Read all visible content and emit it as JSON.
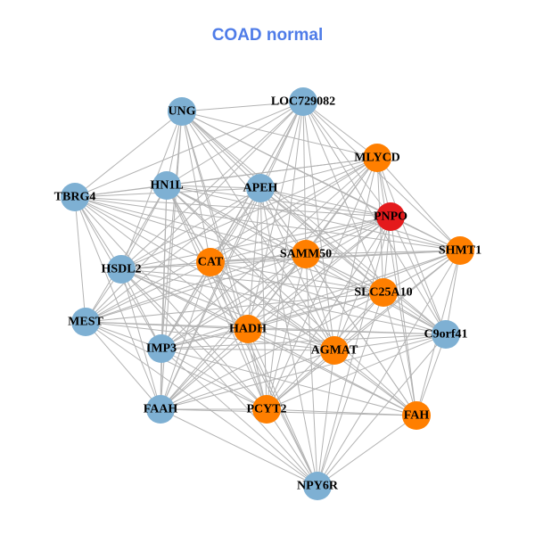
{
  "title": "COAD normal",
  "colors": {
    "normal": "#7eb0d3",
    "candidate": "#ff7f00",
    "hub": "#e41a1c",
    "edge": "#b3b3b3",
    "title": "#4f7ce8"
  },
  "nodes": [
    {
      "id": "UNG",
      "label": "UNG",
      "group": "normal"
    },
    {
      "id": "LOC729082",
      "label": "LOC729082",
      "group": "normal"
    },
    {
      "id": "MLYCD",
      "label": "MLYCD",
      "group": "candidate"
    },
    {
      "id": "HN1L",
      "label": "HN1L",
      "group": "normal"
    },
    {
      "id": "APEH",
      "label": "APEH",
      "group": "normal"
    },
    {
      "id": "TBRG4",
      "label": "TBRG4",
      "group": "normal"
    },
    {
      "id": "PNPO",
      "label": "PNPO",
      "group": "hub"
    },
    {
      "id": "SHMT1",
      "label": "SHMT1",
      "group": "candidate"
    },
    {
      "id": "SAMM50",
      "label": "SAMM50",
      "group": "candidate"
    },
    {
      "id": "CAT",
      "label": "CAT",
      "group": "candidate"
    },
    {
      "id": "HSDL2",
      "label": "HSDL2",
      "group": "normal"
    },
    {
      "id": "SLC25A10",
      "label": "SLC25A10",
      "group": "candidate"
    },
    {
      "id": "MEST",
      "label": "MEST",
      "group": "normal"
    },
    {
      "id": "HADH",
      "label": "HADH",
      "group": "candidate"
    },
    {
      "id": "C9orf41",
      "label": "C9orf41",
      "group": "normal"
    },
    {
      "id": "AGMAT",
      "label": "AGMAT",
      "group": "candidate"
    },
    {
      "id": "IMP3",
      "label": "IMP3",
      "group": "normal"
    },
    {
      "id": "FAAH",
      "label": "FAAH",
      "group": "normal"
    },
    {
      "id": "PCYT2",
      "label": "PCYT2",
      "group": "candidate"
    },
    {
      "id": "FAH",
      "label": "FAH",
      "group": "candidate"
    },
    {
      "id": "NPY6R",
      "label": "NPY6R",
      "group": "normal"
    }
  ],
  "edges": [
    [
      "UNG",
      "LOC729082"
    ],
    [
      "UNG",
      "TBRG4"
    ],
    [
      "UNG",
      "HN1L"
    ],
    [
      "UNG",
      "APEH"
    ],
    [
      "UNG",
      "MLYCD"
    ],
    [
      "UNG",
      "PNPO"
    ],
    [
      "UNG",
      "SAMM50"
    ],
    [
      "UNG",
      "CAT"
    ],
    [
      "UNG",
      "HSDL2"
    ],
    [
      "UNG",
      "SLC25A10"
    ],
    [
      "UNG",
      "HADH"
    ],
    [
      "UNG",
      "IMP3"
    ],
    [
      "UNG",
      "AGMAT"
    ],
    [
      "UNG",
      "SHMT1"
    ],
    [
      "UNG",
      "FAAH"
    ],
    [
      "UNG",
      "PCYT2"
    ],
    [
      "UNG",
      "C9orf41"
    ],
    [
      "LOC729082",
      "TBRG4"
    ],
    [
      "LOC729082",
      "HN1L"
    ],
    [
      "LOC729082",
      "APEH"
    ],
    [
      "LOC729082",
      "MLYCD"
    ],
    [
      "LOC729082",
      "PNPO"
    ],
    [
      "LOC729082",
      "SHMT1"
    ],
    [
      "LOC729082",
      "SAMM50"
    ],
    [
      "LOC729082",
      "CAT"
    ],
    [
      "LOC729082",
      "HSDL2"
    ],
    [
      "LOC729082",
      "SLC25A10"
    ],
    [
      "LOC729082",
      "HADH"
    ],
    [
      "LOC729082",
      "AGMAT"
    ],
    [
      "LOC729082",
      "IMP3"
    ],
    [
      "LOC729082",
      "FAAH"
    ],
    [
      "LOC729082",
      "PCYT2"
    ],
    [
      "LOC729082",
      "MEST"
    ],
    [
      "LOC729082",
      "C9orf41"
    ],
    [
      "MLYCD",
      "HN1L"
    ],
    [
      "MLYCD",
      "APEH"
    ],
    [
      "MLYCD",
      "TBRG4"
    ],
    [
      "MLYCD",
      "PNPO"
    ],
    [
      "MLYCD",
      "SHMT1"
    ],
    [
      "MLYCD",
      "SAMM50"
    ],
    [
      "MLYCD",
      "CAT"
    ],
    [
      "MLYCD",
      "HSDL2"
    ],
    [
      "MLYCD",
      "SLC25A10"
    ],
    [
      "MLYCD",
      "HADH"
    ],
    [
      "MLYCD",
      "C9orf41"
    ],
    [
      "MLYCD",
      "AGMAT"
    ],
    [
      "MLYCD",
      "IMP3"
    ],
    [
      "MLYCD",
      "FAAH"
    ],
    [
      "MLYCD",
      "PCYT2"
    ],
    [
      "MLYCD",
      "FAH"
    ],
    [
      "MLYCD",
      "MEST"
    ],
    [
      "HN1L",
      "TBRG4"
    ],
    [
      "HN1L",
      "APEH"
    ],
    [
      "HN1L",
      "PNPO"
    ],
    [
      "HN1L",
      "SHMT1"
    ],
    [
      "HN1L",
      "SAMM50"
    ],
    [
      "HN1L",
      "CAT"
    ],
    [
      "HN1L",
      "HSDL2"
    ],
    [
      "HN1L",
      "SLC25A10"
    ],
    [
      "HN1L",
      "MEST"
    ],
    [
      "HN1L",
      "HADH"
    ],
    [
      "HN1L",
      "C9orf41"
    ],
    [
      "HN1L",
      "AGMAT"
    ],
    [
      "HN1L",
      "IMP3"
    ],
    [
      "HN1L",
      "FAAH"
    ],
    [
      "HN1L",
      "PCYT2"
    ],
    [
      "HN1L",
      "FAH"
    ],
    [
      "HN1L",
      "NPY6R"
    ],
    [
      "APEH",
      "TBRG4"
    ],
    [
      "APEH",
      "PNPO"
    ],
    [
      "APEH",
      "SHMT1"
    ],
    [
      "APEH",
      "SAMM50"
    ],
    [
      "APEH",
      "CAT"
    ],
    [
      "APEH",
      "HSDL2"
    ],
    [
      "APEH",
      "SLC25A10"
    ],
    [
      "APEH",
      "MEST"
    ],
    [
      "APEH",
      "HADH"
    ],
    [
      "APEH",
      "C9orf41"
    ],
    [
      "APEH",
      "AGMAT"
    ],
    [
      "APEH",
      "IMP3"
    ],
    [
      "APEH",
      "FAAH"
    ],
    [
      "APEH",
      "PCYT2"
    ],
    [
      "APEH",
      "FAH"
    ],
    [
      "APEH",
      "NPY6R"
    ],
    [
      "TBRG4",
      "PNPO"
    ],
    [
      "TBRG4",
      "SAMM50"
    ],
    [
      "TBRG4",
      "CAT"
    ],
    [
      "TBRG4",
      "HSDL2"
    ],
    [
      "TBRG4",
      "SLC25A10"
    ],
    [
      "TBRG4",
      "MEST"
    ],
    [
      "TBRG4",
      "HADH"
    ],
    [
      "TBRG4",
      "AGMAT"
    ],
    [
      "TBRG4",
      "IMP3"
    ],
    [
      "TBRG4",
      "FAAH"
    ],
    [
      "TBRG4",
      "PCYT2"
    ],
    [
      "TBRG4",
      "SHMT1"
    ],
    [
      "PNPO",
      "SHMT1"
    ],
    [
      "PNPO",
      "SAMM50"
    ],
    [
      "PNPO",
      "CAT"
    ],
    [
      "PNPO",
      "HSDL2"
    ],
    [
      "PNPO",
      "SLC25A10"
    ],
    [
      "PNPO",
      "MEST"
    ],
    [
      "PNPO",
      "HADH"
    ],
    [
      "PNPO",
      "C9orf41"
    ],
    [
      "PNPO",
      "AGMAT"
    ],
    [
      "PNPO",
      "IMP3"
    ],
    [
      "PNPO",
      "FAAH"
    ],
    [
      "PNPO",
      "PCYT2"
    ],
    [
      "PNPO",
      "FAH"
    ],
    [
      "PNPO",
      "NPY6R"
    ],
    [
      "SHMT1",
      "SAMM50"
    ],
    [
      "SHMT1",
      "CAT"
    ],
    [
      "SHMT1",
      "HSDL2"
    ],
    [
      "SHMT1",
      "SLC25A10"
    ],
    [
      "SHMT1",
      "HADH"
    ],
    [
      "SHMT1",
      "C9orf41"
    ],
    [
      "SHMT1",
      "AGMAT"
    ],
    [
      "SHMT1",
      "IMP3"
    ],
    [
      "SHMT1",
      "PCYT2"
    ],
    [
      "SHMT1",
      "FAH"
    ],
    [
      "SHMT1",
      "NPY6R"
    ],
    [
      "SAMM50",
      "CAT"
    ],
    [
      "SAMM50",
      "HSDL2"
    ],
    [
      "SAMM50",
      "SLC25A10"
    ],
    [
      "SAMM50",
      "MEST"
    ],
    [
      "SAMM50",
      "HADH"
    ],
    [
      "SAMM50",
      "C9orf41"
    ],
    [
      "SAMM50",
      "AGMAT"
    ],
    [
      "SAMM50",
      "IMP3"
    ],
    [
      "SAMM50",
      "FAAH"
    ],
    [
      "SAMM50",
      "PCYT2"
    ],
    [
      "SAMM50",
      "FAH"
    ],
    [
      "SAMM50",
      "NPY6R"
    ],
    [
      "CAT",
      "HSDL2"
    ],
    [
      "CAT",
      "SLC25A10"
    ],
    [
      "CAT",
      "MEST"
    ],
    [
      "CAT",
      "HADH"
    ],
    [
      "CAT",
      "C9orf41"
    ],
    [
      "CAT",
      "AGMAT"
    ],
    [
      "CAT",
      "IMP3"
    ],
    [
      "CAT",
      "FAAH"
    ],
    [
      "CAT",
      "PCYT2"
    ],
    [
      "CAT",
      "FAH"
    ],
    [
      "CAT",
      "NPY6R"
    ],
    [
      "HSDL2",
      "SLC25A10"
    ],
    [
      "HSDL2",
      "MEST"
    ],
    [
      "HSDL2",
      "HADH"
    ],
    [
      "HSDL2",
      "C9orf41"
    ],
    [
      "HSDL2",
      "AGMAT"
    ],
    [
      "HSDL2",
      "IMP3"
    ],
    [
      "HSDL2",
      "FAAH"
    ],
    [
      "HSDL2",
      "PCYT2"
    ],
    [
      "HSDL2",
      "FAH"
    ],
    [
      "HSDL2",
      "NPY6R"
    ],
    [
      "SLC25A10",
      "MEST"
    ],
    [
      "SLC25A10",
      "HADH"
    ],
    [
      "SLC25A10",
      "C9orf41"
    ],
    [
      "SLC25A10",
      "AGMAT"
    ],
    [
      "SLC25A10",
      "IMP3"
    ],
    [
      "SLC25A10",
      "FAAH"
    ],
    [
      "SLC25A10",
      "PCYT2"
    ],
    [
      "SLC25A10",
      "FAH"
    ],
    [
      "SLC25A10",
      "NPY6R"
    ],
    [
      "MEST",
      "HADH"
    ],
    [
      "MEST",
      "C9orf41"
    ],
    [
      "MEST",
      "AGMAT"
    ],
    [
      "MEST",
      "IMP3"
    ],
    [
      "MEST",
      "FAAH"
    ],
    [
      "MEST",
      "PCYT2"
    ],
    [
      "MEST",
      "NPY6R"
    ],
    [
      "HADH",
      "C9orf41"
    ],
    [
      "HADH",
      "AGMAT"
    ],
    [
      "HADH",
      "IMP3"
    ],
    [
      "HADH",
      "FAAH"
    ],
    [
      "HADH",
      "PCYT2"
    ],
    [
      "HADH",
      "FAH"
    ],
    [
      "HADH",
      "NPY6R"
    ],
    [
      "C9orf41",
      "AGMAT"
    ],
    [
      "C9orf41",
      "IMP3"
    ],
    [
      "C9orf41",
      "FAAH"
    ],
    [
      "C9orf41",
      "PCYT2"
    ],
    [
      "C9orf41",
      "FAH"
    ],
    [
      "C9orf41",
      "NPY6R"
    ],
    [
      "AGMAT",
      "IMP3"
    ],
    [
      "AGMAT",
      "FAAH"
    ],
    [
      "AGMAT",
      "PCYT2"
    ],
    [
      "AGMAT",
      "FAH"
    ],
    [
      "AGMAT",
      "NPY6R"
    ],
    [
      "IMP3",
      "FAAH"
    ],
    [
      "IMP3",
      "PCYT2"
    ],
    [
      "IMP3",
      "FAH"
    ],
    [
      "IMP3",
      "NPY6R"
    ],
    [
      "FAAH",
      "PCYT2"
    ],
    [
      "FAAH",
      "FAH"
    ],
    [
      "FAAH",
      "NPY6R"
    ],
    [
      "PCYT2",
      "FAH"
    ],
    [
      "PCYT2",
      "NPY6R"
    ],
    [
      "FAH",
      "NPY6R"
    ]
  ]
}
